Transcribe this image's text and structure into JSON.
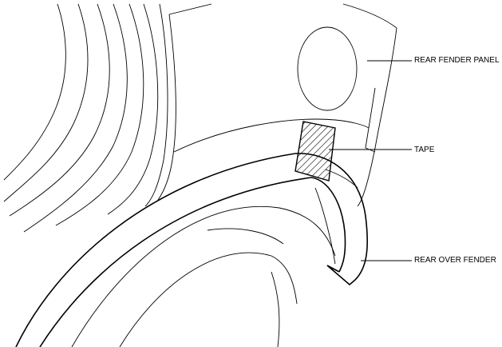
{
  "labels": {
    "rear_fender_panel": "REAR FENDER PANEL",
    "tape": "TAPE",
    "rear_over_fender": "REAR OVER FENDER"
  },
  "colors": {
    "line": "#000000",
    "background": "#ffffff"
  }
}
